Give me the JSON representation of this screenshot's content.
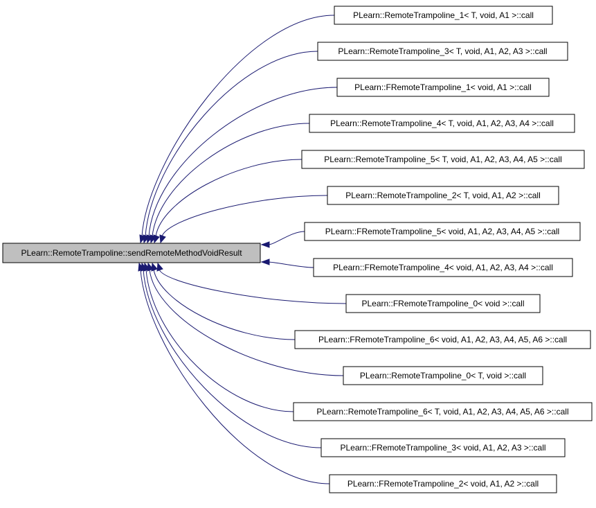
{
  "diagram": {
    "root": {
      "label": "PLearn::RemoteTrampoline::sendRemoteMethodVoidResult",
      "fill": "#bfbfbf"
    },
    "callers": [
      {
        "label": "PLearn::RemoteTrampoline_1< T, void, A1 >::call"
      },
      {
        "label": "PLearn::RemoteTrampoline_3< T, void, A1, A2, A3 >::call"
      },
      {
        "label": "PLearn::FRemoteTrampoline_1< void, A1 >::call"
      },
      {
        "label": "PLearn::RemoteTrampoline_4< T, void, A1, A2, A3, A4 >::call"
      },
      {
        "label": "PLearn::RemoteTrampoline_5< T, void, A1, A2, A3, A4, A5 >::call"
      },
      {
        "label": "PLearn::RemoteTrampoline_2< T, void, A1, A2 >::call"
      },
      {
        "label": "PLearn::FRemoteTrampoline_5< void, A1, A2, A3, A4, A5 >::call"
      },
      {
        "label": "PLearn::FRemoteTrampoline_4< void, A1, A2, A3, A4 >::call"
      },
      {
        "label": "PLearn::FRemoteTrampoline_0< void >::call"
      },
      {
        "label": "PLearn::FRemoteTrampoline_6< void, A1, A2, A3, A4, A5, A6 >::call"
      },
      {
        "label": "PLearn::RemoteTrampoline_0< T, void >::call"
      },
      {
        "label": "PLearn::RemoteTrampoline_6< T, void, A1, A2, A3, A4, A5, A6 >::call"
      },
      {
        "label": "PLearn::FRemoteTrampoline_3< void, A1, A2, A3 >::call"
      },
      {
        "label": "PLearn::FRemoteTrampoline_2< void, A1, A2 >::call"
      }
    ],
    "colors": {
      "edge": "#191970",
      "node_fill": "#ffffff",
      "node_border": "#000000"
    }
  }
}
